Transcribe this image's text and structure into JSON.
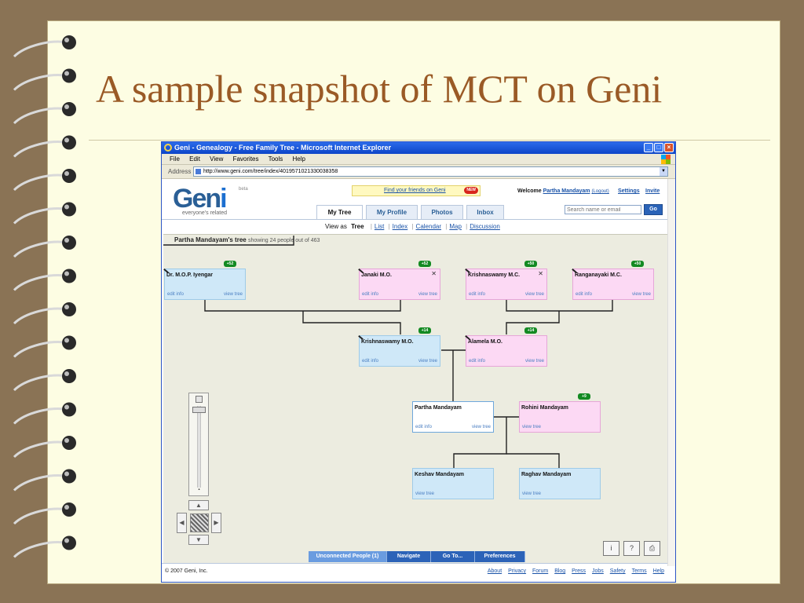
{
  "slide": {
    "title": "A sample snapshot of MCT on Geni"
  },
  "window": {
    "title": "Geni - Genealogy - Free Family Tree - Microsoft Internet Explorer",
    "controls": [
      "_",
      "□",
      "×"
    ],
    "menu": [
      "File",
      "Edit",
      "View",
      "Favorites",
      "Tools",
      "Help"
    ],
    "address_label": "Address",
    "address_url": "http://www.geni.com/tree/index/4019571021330038358"
  },
  "header": {
    "logo": "Geni",
    "logo_suffix": "",
    "beta": "beta",
    "tagline": "everyone's related",
    "find_friends": "Find your friends on Geni",
    "new_badge": "NEW",
    "welcome_prefix": "Welcome",
    "user_name": "Partha Mandayam",
    "logout": "(Logout)",
    "settings": "Settings",
    "invite": "Invite",
    "search_placeholder": "Search name or email",
    "go_label": "Go"
  },
  "tabs": [
    "My Tree",
    "My Profile",
    "Photos",
    "Inbox"
  ],
  "view_as": {
    "label": "View as",
    "current": "Tree",
    "options": [
      "List",
      "Index",
      "Calendar",
      "Map",
      "Discussion"
    ]
  },
  "tree_header": {
    "owner": "Partha Mandayam's tree",
    "count": "showing 24 people out of 463"
  },
  "card_links": {
    "edit": "edit info",
    "view": "view tree"
  },
  "people": [
    {
      "name": "Dr. M.O.P. Iyengar",
      "badge": "+52",
      "gender": "male"
    },
    {
      "name": "Janaki M.O.",
      "badge": "+52",
      "gender": "female"
    },
    {
      "name": "Krishnaswamy M.C.",
      "badge": "+50",
      "gender": "female"
    },
    {
      "name": "Ranganayaki M.C.",
      "badge": "+50",
      "gender": "female"
    },
    {
      "name": "Krishnaswamy M.O.",
      "badge": "+14",
      "gender": "male"
    },
    {
      "name": "Alamela M.O.",
      "badge": "+14",
      "gender": "female"
    },
    {
      "name": "Partha Mandayam",
      "badge": "",
      "gender": "self"
    },
    {
      "name": "Rohini Mandayam",
      "badge": "+9",
      "gender": "female"
    },
    {
      "name": "Keshav Mandayam",
      "badge": "",
      "gender": "male"
    },
    {
      "name": "Raghav Mandayam",
      "badge": "",
      "gender": "male"
    }
  ],
  "bottom_tabs": [
    "Unconnected People (1)",
    "Navigate",
    "Go To...",
    "Preferences"
  ],
  "footer": {
    "copyright": "© 2007 Geni, Inc.",
    "links": [
      "About",
      "Privacy",
      "Forum",
      "Blog",
      "Press",
      "Jobs",
      "Safety",
      "Terms",
      "Help"
    ]
  },
  "icons": {
    "info": "i",
    "help": "?",
    "print": "print-icon"
  }
}
